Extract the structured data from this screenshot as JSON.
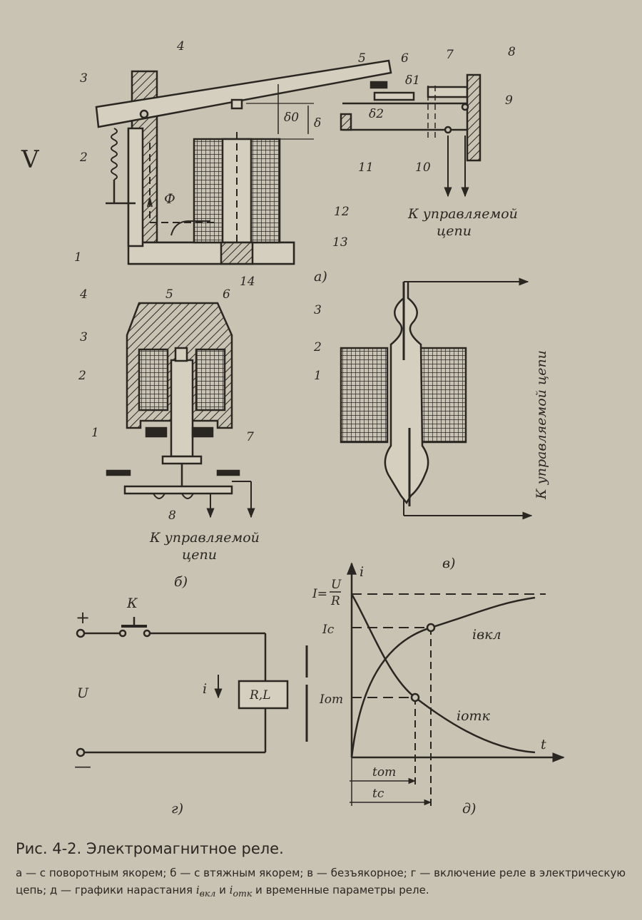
{
  "caption": {
    "title": "Рис. 4-2. Электромагнитное реле.",
    "p1": "а — с поворотным якорем; ",
    "p2": "б — с втяжным якорем; ",
    "p3": "в — безъякорное; ",
    "p4": "г — включение реле в электрическую цепь; ",
    "p5": "д — графики нарастания ",
    "i_on": "вкл",
    "and": " и ",
    "i_off": "отк",
    "p6": " и временные параметры реле."
  },
  "panel_a": {
    "label": "а)",
    "parts": [
      "1",
      "2",
      "3",
      "4",
      "5",
      "6",
      "7",
      "8",
      "9",
      "10",
      "11",
      "12",
      "13",
      "14"
    ],
    "flux": "Ф",
    "gaps": [
      "δ0",
      "δ",
      "δ1",
      "δ2"
    ],
    "circuit_l1": "К управляемой",
    "circuit_l2": "цепи"
  },
  "panel_b": {
    "label": "б)",
    "parts": [
      "1",
      "2",
      "3",
      "4",
      "5",
      "6",
      "7",
      "8"
    ],
    "circuit_l1": "К управляемой",
    "circuit_l2": "цепи"
  },
  "panel_v": {
    "label": "в)",
    "parts": [
      "1",
      "2",
      "3"
    ],
    "circuit": "К управляемой  цепи"
  },
  "panel_g": {
    "label": "г)",
    "plus": "+",
    "minus": "—",
    "switch": "К",
    "voltage": "U",
    "current": "i",
    "coil": "R,L"
  },
  "panel_d": {
    "label": "д)",
    "y_axis": "i",
    "x_axis": "t",
    "I_formula_lhs": "I=",
    "I_num": "U",
    "I_den": "R",
    "Ic": "Ic",
    "Iot": "Iот",
    "curve_on": "iвкл",
    "curve_off": "iотк",
    "t_ot": "tот",
    "t_c": "tc"
  },
  "margin_mark": "V"
}
